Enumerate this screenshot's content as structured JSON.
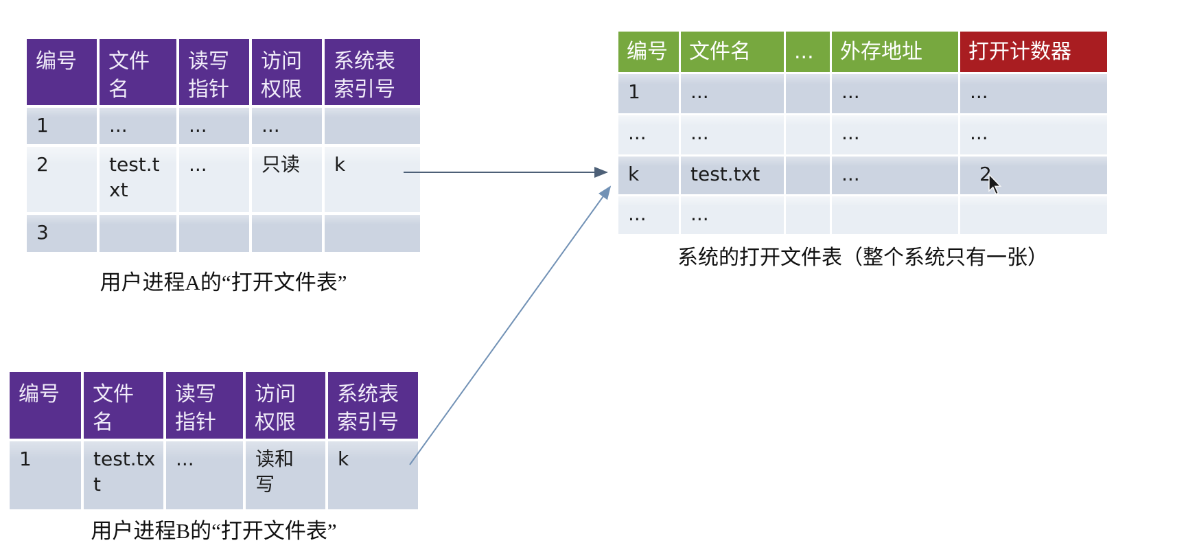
{
  "colors": {
    "purple_header": "#582f8e",
    "green_header": "#77a83f",
    "red_header": "#a91d21",
    "row_dark": "#ccd4e1",
    "row_light": "#e9eef4",
    "arrow_gray": "#4d6077",
    "arrow_blue": "#7191b5",
    "text_dark": "#1b1b1b",
    "header_text": "#f1ecf9"
  },
  "tables": {
    "process_a": {
      "caption": "用户进程A的“打开文件表”",
      "headers": [
        "编号",
        "文件\n名",
        "读写\n指针",
        "访问\n权限",
        "系统表\n索引号"
      ],
      "rows": [
        [
          "1",
          "...",
          "...",
          "...",
          ""
        ],
        [
          "2",
          "test.t\nxt",
          "...",
          "只读",
          "k"
        ],
        [
          "3",
          "",
          "",
          "",
          ""
        ]
      ]
    },
    "process_b": {
      "caption": "用户进程B的“打开文件表”",
      "headers": [
        "编号",
        "文件\n名",
        "读写\n指针",
        "访问\n权限",
        "系统表\n索引号"
      ],
      "rows": [
        [
          "1",
          "test.tx\nt",
          "...",
          "读和\n写",
          "k"
        ]
      ]
    },
    "system": {
      "caption": "系统的打开文件表（整个系统只有一张）",
      "headers": [
        "编号",
        "文件名",
        "...",
        "外存地址",
        "打开计数器"
      ],
      "rows": [
        [
          "1",
          "...",
          "",
          "...",
          "..."
        ],
        [
          "...",
          "...",
          "",
          "...",
          "..."
        ],
        [
          "k",
          "test.txt",
          "",
          "...",
          "2"
        ],
        [
          "...",
          "...",
          "",
          "",
          ""
        ]
      ]
    }
  },
  "icons": {
    "cursor": "mouse-pointer-icon"
  }
}
